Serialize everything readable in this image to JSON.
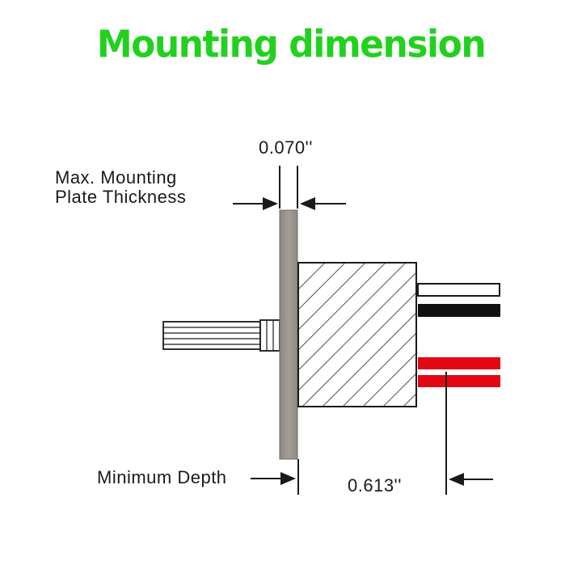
{
  "title": "Mounting dimension",
  "labels": {
    "plate_thickness_value": "0.070''",
    "max_plate_line1": "Max. Mounting",
    "max_plate_line2": "Plate Thickness",
    "minimum_depth": "Minimum Depth",
    "depth_value": "0.613''"
  },
  "colors": {
    "title": "#22d11e",
    "plate": "#9c958c",
    "wire_black": "#111111",
    "wire_red": "#e30613",
    "line": "#1a1a1a"
  }
}
